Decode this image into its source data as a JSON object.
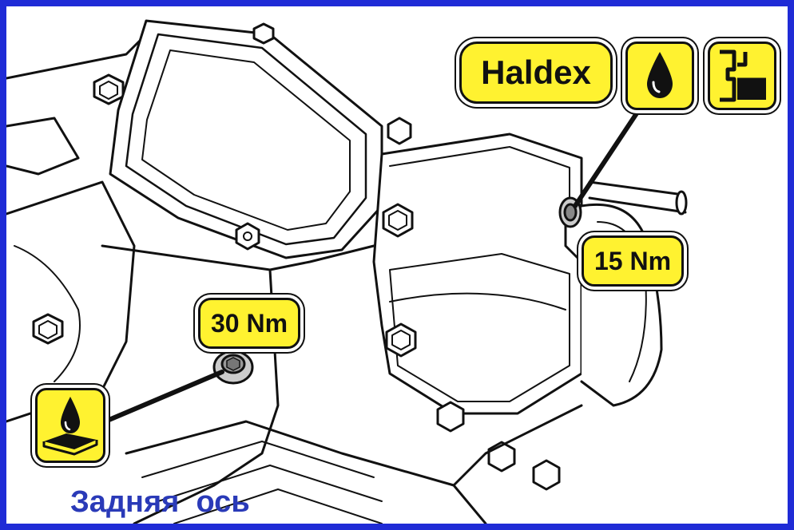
{
  "brand_label": "Haldex",
  "torques": {
    "filler_plug": "15 Nm",
    "drain_plug": "30 Nm"
  },
  "caption": "Задняя  ось",
  "icons": {
    "oil_fill": "oil-drop-icon",
    "oil_level": "oil-level-icon",
    "sealant": "sealant-drop-icon"
  },
  "colors": {
    "frame_border": "#1f2bd6",
    "label_fill": "#fff230",
    "caption_text": "#2a3ab8",
    "line_art": "#111111"
  }
}
